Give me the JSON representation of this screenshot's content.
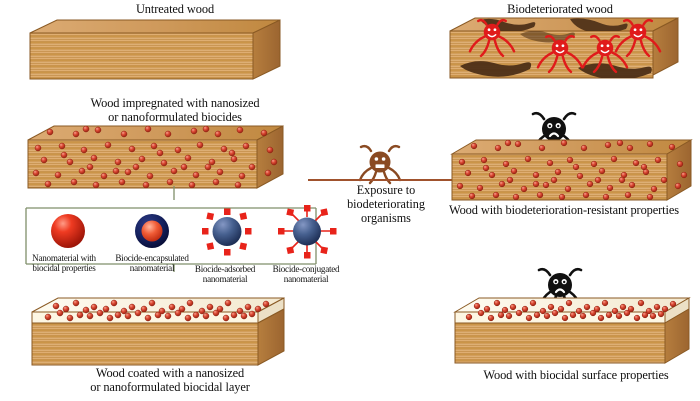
{
  "figure": {
    "type": "scientific-schematic",
    "subject": "Nanomaterial-based wood protection against biodeterioration",
    "background_color": "#ffffff"
  },
  "palette": {
    "wood_front_light": "#e2b27a",
    "wood_front_dark": "#b97f3e",
    "wood_top": "#d9a86f",
    "wood_side": "#a8703a",
    "wood_outline": "#8a5a24",
    "nanoparticle_red": "#e04a3a",
    "nanoparticle_red_dark": "#a52a1e",
    "sphere_red": "#e02a1c",
    "sphere_navy": "#121f5e",
    "sphere_blue": "#3f5a8c",
    "biocide_square_red": "#e8231a",
    "coating_cream": "#fdf6e3",
    "decay_brown": "#4a2d16",
    "organism_red": "#e01b1b",
    "organism_brown": "#8a4a22",
    "organism_black": "#101010",
    "arrow_brown": "#a0522d",
    "bracket_green": "#7f8f6a"
  },
  "panels": {
    "untreated": {
      "caption": "Untreated wood",
      "caption_lines": [
        "Untreated wood"
      ]
    },
    "impregnated": {
      "caption_lines": [
        "Wood impregnated with nanosized",
        "or nanoformulated biocides"
      ],
      "particle_count": 63
    },
    "coated": {
      "caption_lines": [
        "Wood coated with a nanosized",
        "or nanoformulated biocidal layer"
      ],
      "particle_count": 46
    },
    "biodeteriorated": {
      "caption_lines": [
        "Biodeteriorated wood"
      ],
      "organism_count": 4,
      "organism_color_name": "red",
      "decay_patch_count": 5
    },
    "resistant": {
      "caption_lines": [
        "Wood with biodeterioration-resistant properties"
      ],
      "particle_count": 63,
      "organism_state": "repelled-sad"
    },
    "biocidal_surface": {
      "caption_lines": [
        "Wood with biocidal surface properties"
      ],
      "particle_count": 46,
      "organism_state": "repelled-sad"
    }
  },
  "legend": {
    "items": [
      {
        "id": "nanomaterial-biocidal",
        "lines": [
          "Nanomaterial with",
          "biocidal properties"
        ],
        "style": "solid-red-sphere"
      },
      {
        "id": "biocide-encapsulated",
        "lines": [
          "Biocide-encapsulated",
          "nanomaterial"
        ],
        "style": "navy-shell-red-core"
      },
      {
        "id": "biocide-adsorbed",
        "lines": [
          "Biocide-adsorbed",
          "nanomaterial"
        ],
        "style": "blue-sphere-red-squares-attached"
      },
      {
        "id": "biocide-conjugated",
        "lines": [
          "Biocide-conjugated",
          "nanomaterial"
        ],
        "style": "blue-sphere-red-squares-linked"
      }
    ]
  },
  "arrow": {
    "caption_lines": [
      "Exposure to",
      "biodeteriorating",
      "organisms"
    ],
    "direction": "right",
    "organism_state": "happy"
  }
}
